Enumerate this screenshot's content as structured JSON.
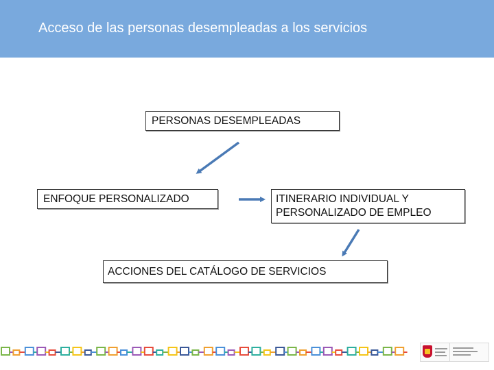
{
  "slide": {
    "title": "Acceso de las personas desempleadas a los servicios",
    "header_color": "#79a9dd"
  },
  "diagram": {
    "nodes": {
      "personas": {
        "label": "PERSONAS DESEMPLEADAS"
      },
      "enfoque": {
        "label": "ENFOQUE PERSONALIZADO"
      },
      "itinerario": {
        "line1": "ITINERARIO INDIVIDUAL Y",
        "line2": "PERSONALIZADO DE EMPLEO"
      },
      "acciones": {
        "label": "ACCIONES DEL CATÁLOGO DE SERVICIOS"
      }
    },
    "edges": [
      {
        "from": "personas",
        "to": "enfoque"
      },
      {
        "from": "enfoque",
        "to": "itinerario"
      },
      {
        "from": "itinerario",
        "to": "acciones"
      }
    ],
    "arrow_color": "#4a7ab5"
  },
  "footer": {
    "strip_colors": [
      "#7ab648",
      "#f0a030",
      "#4a90d9",
      "#9b59b6",
      "#e74c3c",
      "#2eaf9f",
      "#f5c518",
      "#3b5998"
    ],
    "logos": [
      {
        "icon": "spanish-crest-icon"
      },
      {
        "icon": "sepe-logo-icon"
      }
    ]
  }
}
